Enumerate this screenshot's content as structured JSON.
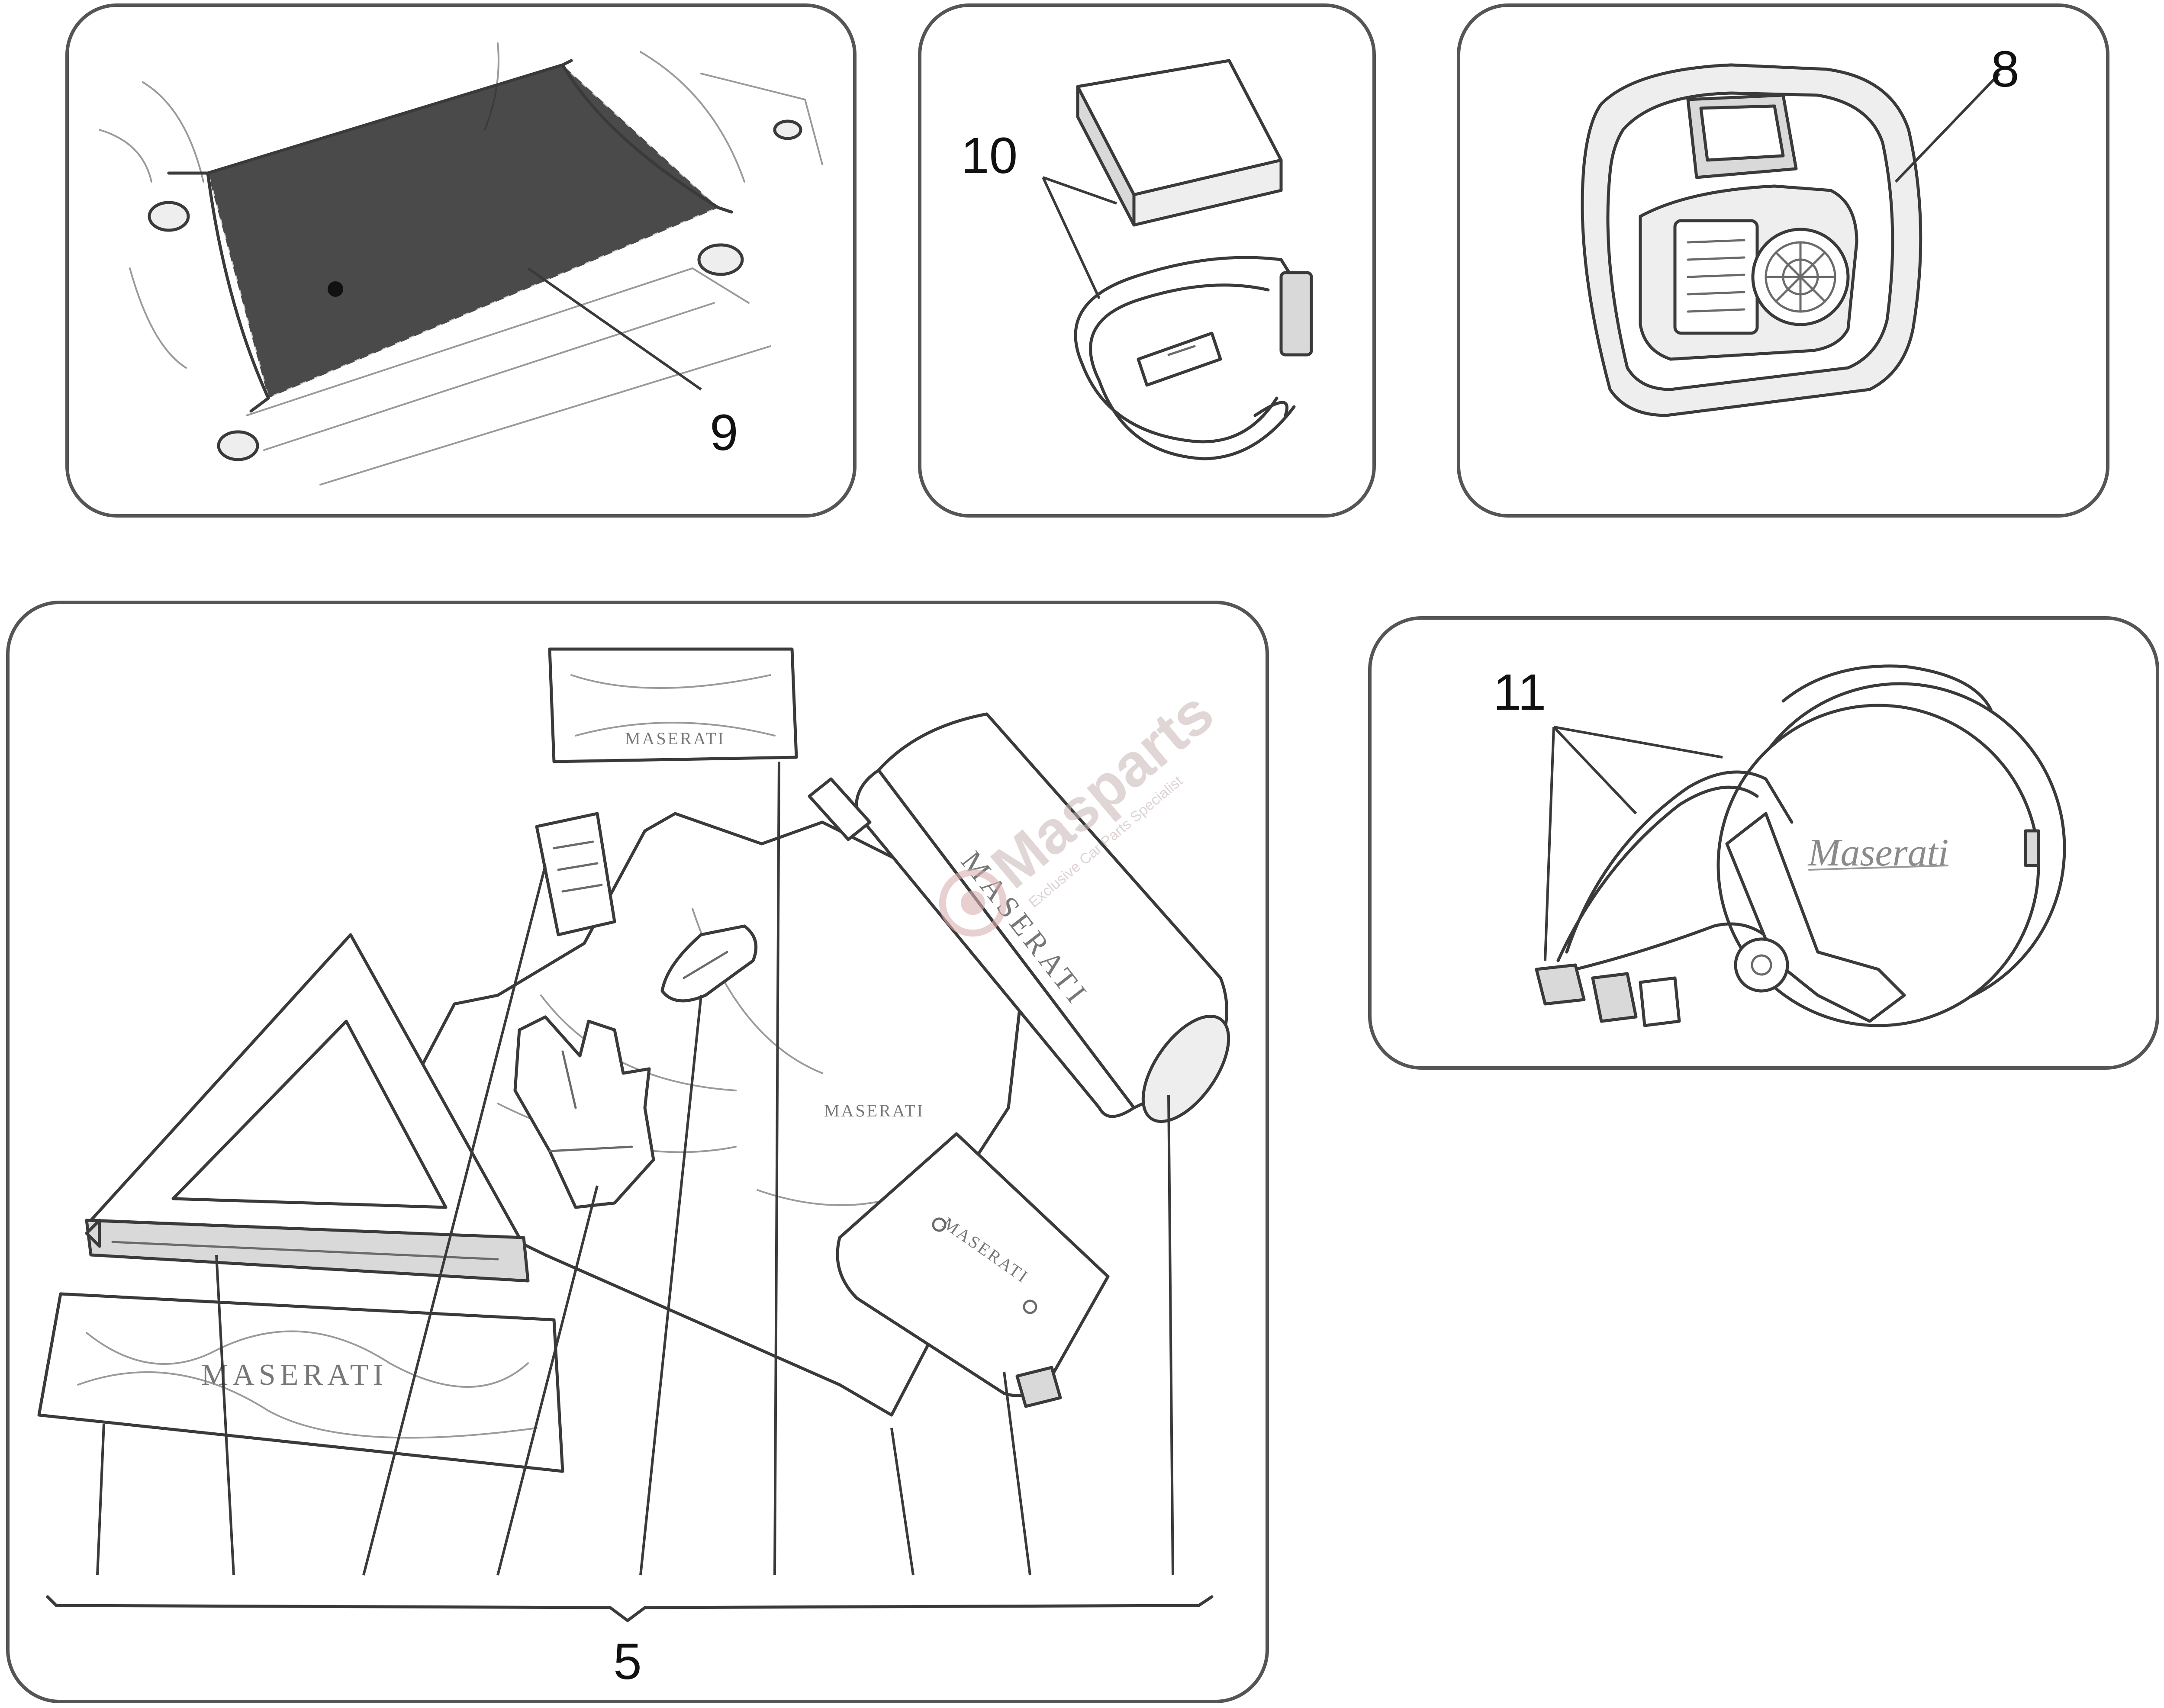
{
  "callouts": {
    "cargo_net": "9",
    "strap_box": "10",
    "compressor_case": "8",
    "emergency_kit": "5",
    "jump_cables": "11"
  },
  "brand_marks": {
    "cover_large": "MASERATI",
    "cover_small": "MASERATI",
    "bag": "MASERATI",
    "vest": "MASERATI",
    "first_aid": "MASERATI",
    "cable_bag_script": "Maserati"
  },
  "watermark": {
    "name": "Masparts",
    "tagline": "Exclusive Car Parts Specialist"
  }
}
